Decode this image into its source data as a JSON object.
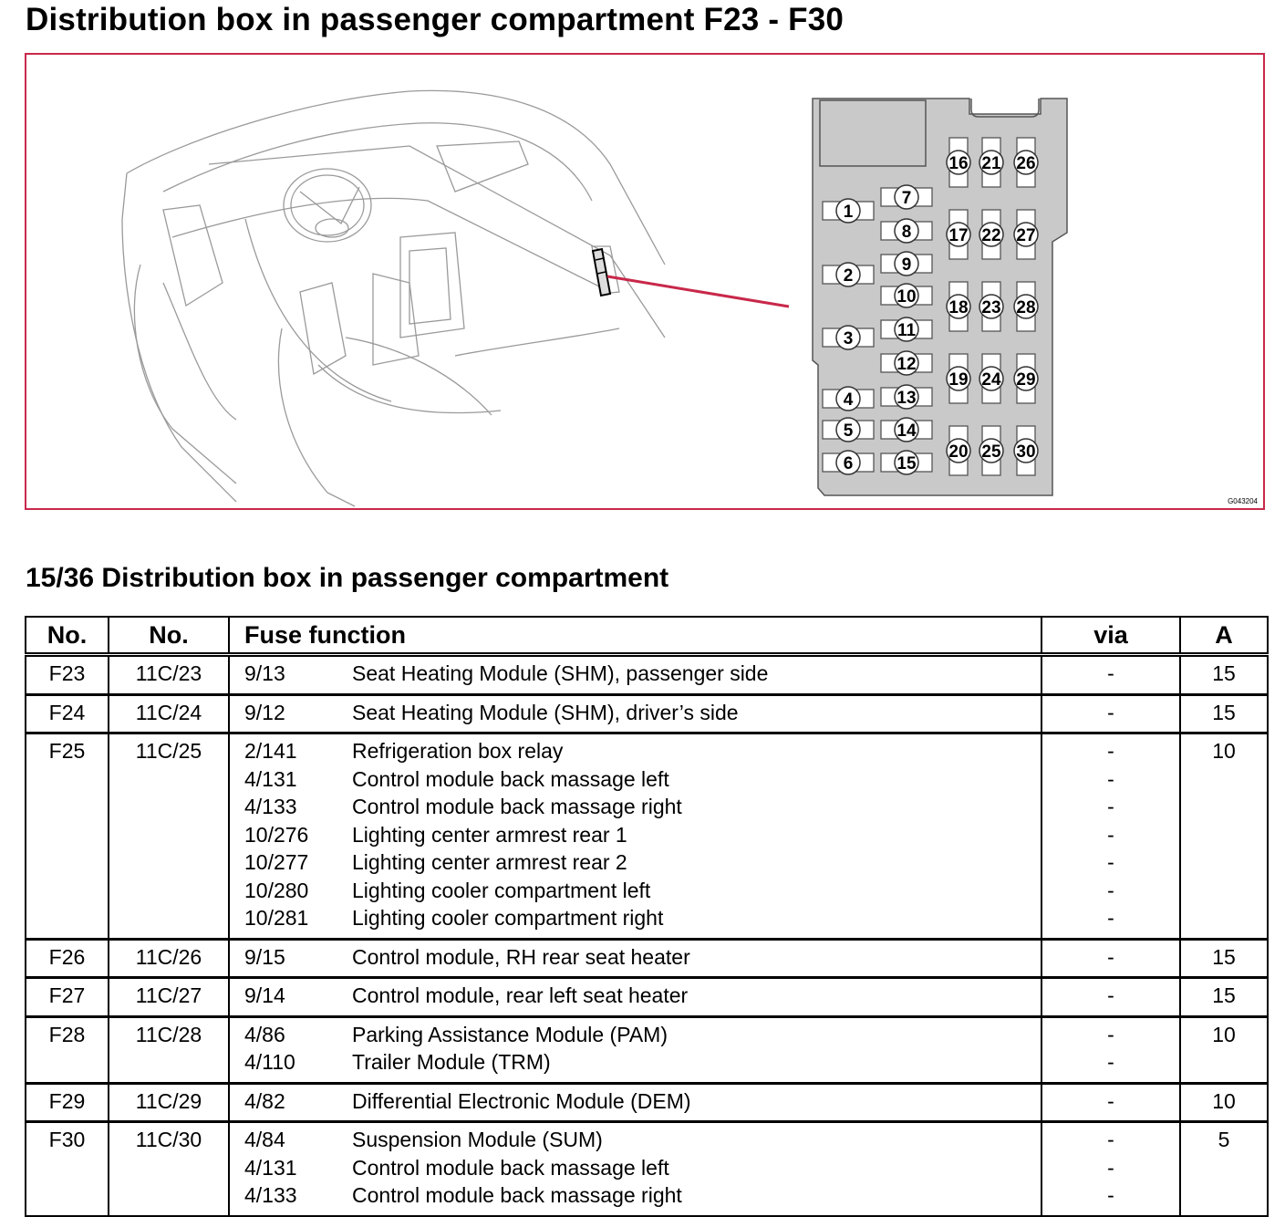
{
  "title": "Distribution box in passenger compartment F23 - F30",
  "image_code": "G043204",
  "fusebox": {
    "left_col": [
      "1",
      "2",
      "3",
      "4",
      "5",
      "6"
    ],
    "mid_col": [
      "7",
      "8",
      "9",
      "10",
      "11",
      "12",
      "13",
      "14",
      "15"
    ],
    "grid": [
      [
        "16",
        "21",
        "26"
      ],
      [
        "17",
        "22",
        "27"
      ],
      [
        "18",
        "23",
        "28"
      ],
      [
        "19",
        "24",
        "29"
      ],
      [
        "20",
        "25",
        "30"
      ]
    ]
  },
  "section_title": "15/36 Distribution box in passenger compartment",
  "table": {
    "headers": [
      "No.",
      "No.",
      "Fuse function",
      "via",
      "A"
    ],
    "rows": [
      {
        "no": "F23",
        "pos": "11C/23",
        "amp": "15",
        "items": [
          {
            "code": "9/13",
            "desc": "Seat Heating Module (SHM), passenger side",
            "via": "-"
          }
        ]
      },
      {
        "no": "F24",
        "pos": "11C/24",
        "amp": "15",
        "items": [
          {
            "code": "9/12",
            "desc": "Seat Heating Module (SHM), driver’s side",
            "via": "-"
          }
        ]
      },
      {
        "no": "F25",
        "pos": "11C/25",
        "amp": "10",
        "items": [
          {
            "code": "2/141",
            "desc": "Refrigeration box relay",
            "via": "-"
          },
          {
            "code": "4/131",
            "desc": "Control module back massage left",
            "via": "-"
          },
          {
            "code": "4/133",
            "desc": "Control module back massage right",
            "via": "-"
          },
          {
            "code": "10/276",
            "desc": "Lighting center armrest rear 1",
            "via": "-"
          },
          {
            "code": "10/277",
            "desc": "Lighting center armrest rear 2",
            "via": "-"
          },
          {
            "code": "10/280",
            "desc": "Lighting cooler compartment left",
            "via": "-"
          },
          {
            "code": "10/281",
            "desc": "Lighting cooler compartment right",
            "via": "-"
          }
        ]
      },
      {
        "no": "F26",
        "pos": "11C/26",
        "amp": "15",
        "items": [
          {
            "code": "9/15",
            "desc": "Control module, RH rear seat heater",
            "via": "-"
          }
        ]
      },
      {
        "no": "F27",
        "pos": "11C/27",
        "amp": "15",
        "items": [
          {
            "code": "9/14",
            "desc": "Control module, rear left seat heater",
            "via": "-"
          }
        ]
      },
      {
        "no": "F28",
        "pos": "11C/28",
        "amp": "10",
        "items": [
          {
            "code": "4/86",
            "desc": "Parking Assistance Module (PAM)",
            "via": "-"
          },
          {
            "code": "4/110",
            "desc": "Trailer Module (TRM)",
            "via": "-"
          }
        ]
      },
      {
        "no": "F29",
        "pos": "11C/29",
        "amp": "10",
        "items": [
          {
            "code": "4/82",
            "desc": "Differential Electronic Module (DEM)",
            "via": "-"
          }
        ]
      },
      {
        "no": "F30",
        "pos": "11C/30",
        "amp": "5",
        "items": [
          {
            "code": "4/84",
            "desc": "Suspension Module (SUM)",
            "via": "-"
          },
          {
            "code": "4/131",
            "desc": "Control module back massage left",
            "via": "-"
          },
          {
            "code": "4/133",
            "desc": "Control module back massage right",
            "via": "-"
          }
        ]
      }
    ]
  }
}
